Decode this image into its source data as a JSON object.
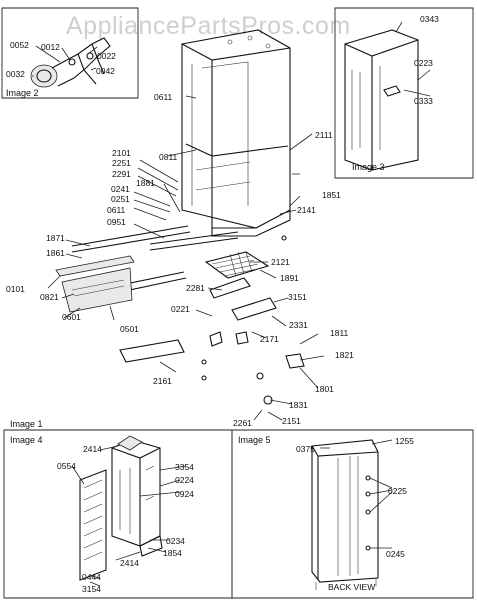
{
  "watermark": "AppliancePartsPros.com",
  "image_captions": {
    "image1": "Image 1",
    "image2": "Image 2",
    "image3": "Image 3",
    "image4": "Image 4",
    "image5": "Image 5"
  },
  "back_view_label": "BACK VIEW",
  "part_labels": {
    "p0052": "0052",
    "p0012": "0012",
    "p0022": "0022",
    "p0032": "0032",
    "p0042": "0042",
    "p0343": "0343",
    "p0223": "0223",
    "p0333": "0333",
    "p0611": "0611",
    "p2111": "2111",
    "p2101": "2101",
    "p2251": "2251",
    "p2291": "2291",
    "p0811": "0811",
    "p1881": "1881",
    "p0241": "0241",
    "p0251": "0251",
    "p0611b": "0611",
    "p0951": "0951",
    "p1851": "1851",
    "p2141": "2141",
    "p1871": "1871",
    "p1861": "1861",
    "p2121": "2121",
    "p1891": "1891",
    "p0101": "0101",
    "p0821": "0821",
    "p0601": "0601",
    "p0501": "0501",
    "p2281": "2281",
    "p3151": "3151",
    "p0221": "0221",
    "p2331": "2331",
    "p2171": "2171",
    "p1811": "1811",
    "p1821": "1821",
    "p2161": "2161",
    "p1801": "1801",
    "p1831": "1831",
    "p2261": "2261",
    "p2151": "2151",
    "p2414": "2414",
    "p3354": "3354",
    "p0554": "0554",
    "p0224": "0224",
    "p0924": "0924",
    "p0234": "0234",
    "p1854": "1854",
    "p2414b": "2414",
    "p0444": "0444",
    "p3154": "3154",
    "p0375": "0375",
    "p1255": "1255",
    "p0225": "0225",
    "p0245": "0245"
  }
}
